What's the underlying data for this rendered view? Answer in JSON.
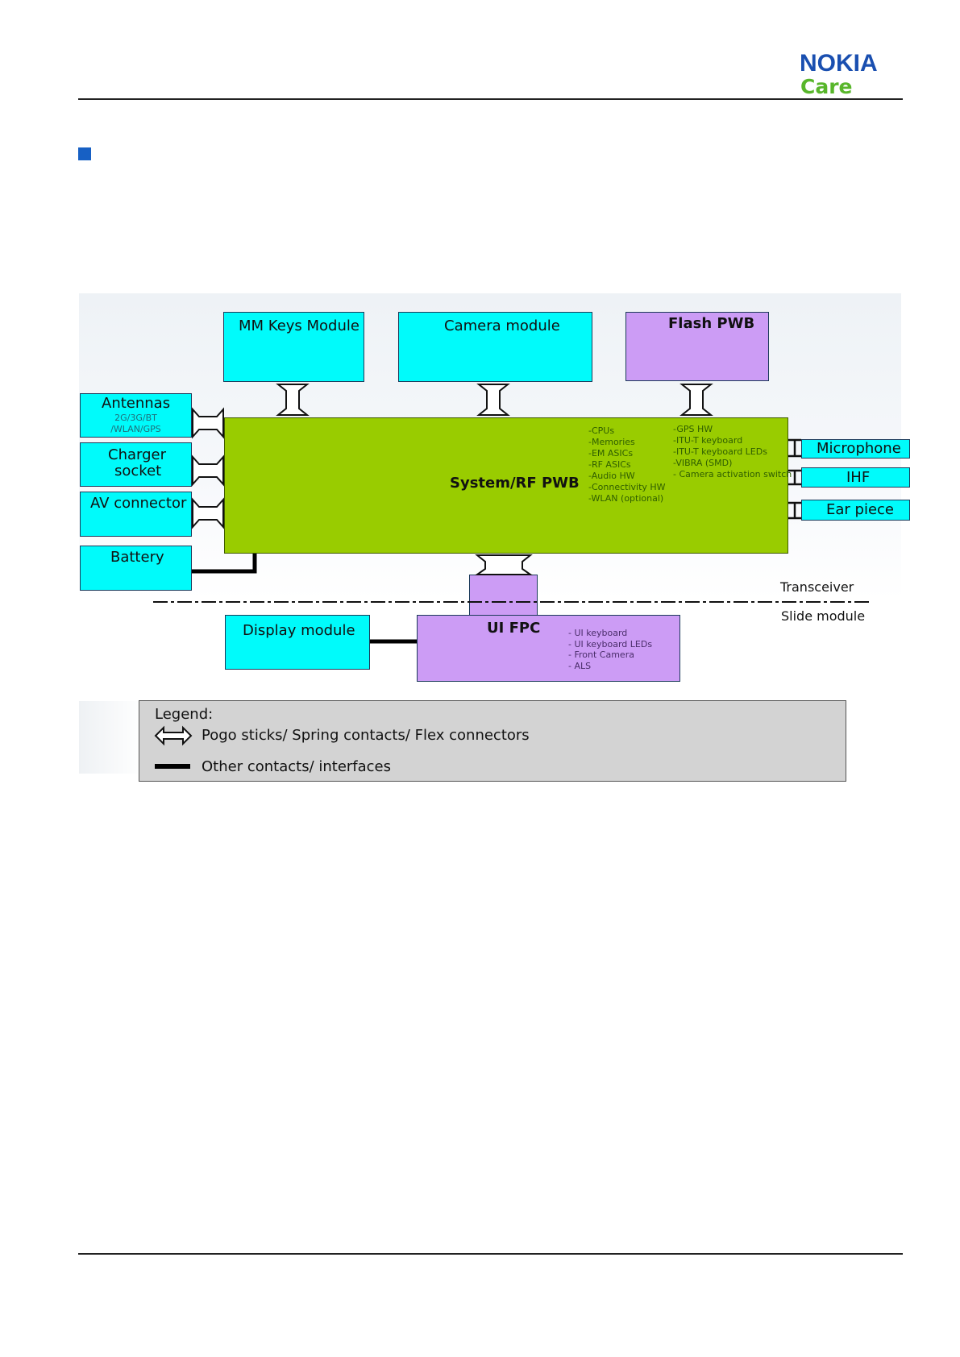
{
  "header": {
    "brand": "NOKIA",
    "sub_brand": "Care"
  },
  "diagram": {
    "top_modules": [
      {
        "id": "mm_keys",
        "label": "MM Keys Module"
      },
      {
        "id": "camera",
        "label": "Camera module"
      },
      {
        "id": "flash",
        "label": "Flash PWB"
      }
    ],
    "left_modules": {
      "antennas": {
        "label": "Antennas",
        "detail_1": "2G/3G/BT",
        "detail_2": "/WLAN/GPS"
      },
      "charger": {
        "label_1": "Charger",
        "label_2": "socket"
      },
      "av": {
        "label": "AV connector"
      },
      "battery": {
        "label": "Battery"
      }
    },
    "right_modules": [
      {
        "id": "microphone",
        "label": "Microphone"
      },
      {
        "id": "ihf",
        "label": "IHF"
      },
      {
        "id": "earpiece",
        "label": "Ear piece"
      }
    ],
    "system": {
      "label": "System/RF PWB",
      "list_1": "-CPUs\n-Memories\n-EM ASICs\n-RF ASICs\n-Audio HW\n-Connectivity HW\n-WLAN (optional)",
      "list_2": "-GPS HW\n-ITU-T keyboard\n-ITU-T keyboard LEDs\n-VIBRA (SMD)\n- Camera activation switch"
    },
    "transceiver_label": "Transceiver",
    "slide_label": "Slide module",
    "display": {
      "label": "Display module"
    },
    "ui_fpc": {
      "label": "UI FPC",
      "list": "- UI keyboard\n- UI keyboard LEDs\n- Front Camera\n- ALS"
    },
    "legend": {
      "title": "Legend:",
      "item_1": "Pogo sticks/ Spring contacts/ Flex connectors",
      "item_2": "Other contacts/ interfaces"
    },
    "colors": {
      "cyan": "#00fbfb",
      "purple": "#cc9cf5",
      "green": "#99cc00",
      "legend_bg": "#d3d3d3"
    }
  }
}
